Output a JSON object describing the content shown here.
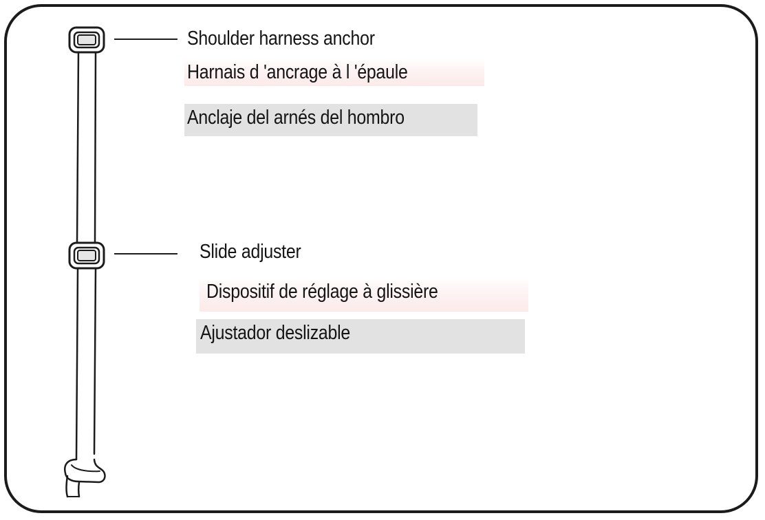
{
  "labels": {
    "shoulder_anchor": {
      "en": "Shoulder harness anchor",
      "fr": "Harnais d 'ancrage à l 'épaule",
      "es": "Anclaje del arnés del hombro"
    },
    "slide_adjuster": {
      "en": "Slide adjuster",
      "fr": "Dispositif de réglage à glissière",
      "es": "Ajustador deslizable"
    }
  },
  "icons": [
    "shoulder-anchor-buckle-icon",
    "slide-adjuster-buckle-icon",
    "harness-strap-icon",
    "strap-end-loop-icon"
  ],
  "colors": {
    "line": "#1b1b1b",
    "text": "#141414",
    "spanish_shade": "#e2e2e2",
    "french_shade": "#fbeaea"
  }
}
